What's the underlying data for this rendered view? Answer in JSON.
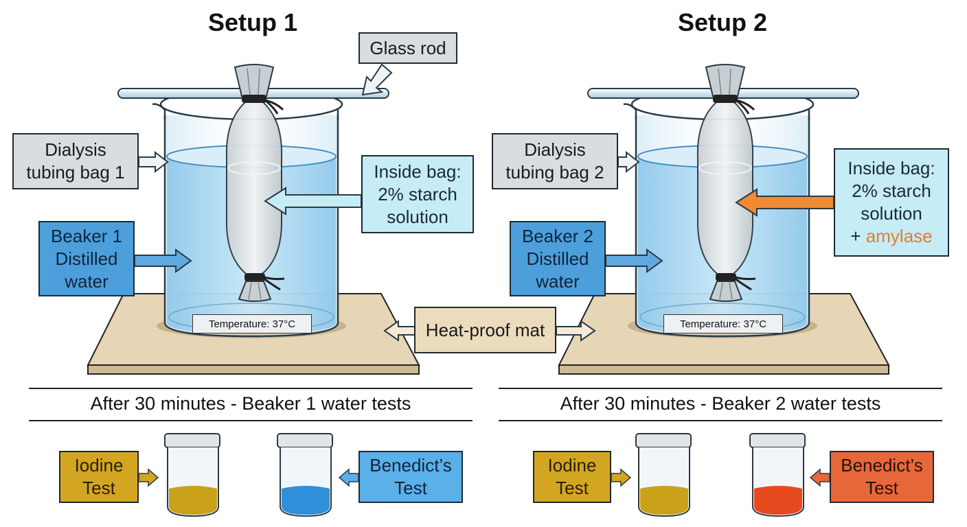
{
  "setup1": {
    "title": "Setup 1",
    "glass_rod_label": "Glass rod",
    "bag_label": [
      "Dialysis",
      "tubing bag 1"
    ],
    "inside_bag": [
      "Inside bag:",
      "2% starch",
      "solution"
    ],
    "beaker_label": [
      "Beaker 1",
      "Distilled",
      "water"
    ],
    "temperature": "Temperature: 37°C",
    "results_heading": "After 30 minutes - Beaker 1 water tests",
    "iodine": [
      "Iodine",
      "Test"
    ],
    "benedicts": [
      "Benedict’s",
      "Test"
    ],
    "iodine_tube_color": "#c9a21a",
    "benedicts_tube_color": "#2f8fd8"
  },
  "setup2": {
    "title": "Setup 2",
    "bag_label": [
      "Dialysis",
      "tubing bag 2"
    ],
    "inside_bag": [
      "Inside bag:",
      "2% starch",
      "solution",
      "+ ",
      "amylase"
    ],
    "beaker_label": [
      "Beaker 2",
      "Distilled",
      "water"
    ],
    "temperature": "Temperature: 37°C",
    "results_heading": "After 30 minutes - Beaker 2 water tests",
    "iodine": [
      "Iodine",
      "Test"
    ],
    "benedicts": [
      "Benedict’s",
      "Test"
    ],
    "iodine_tube_color": "#c9a21a",
    "benedicts_tube_color": "#e54a1f"
  },
  "mat_label": "Heat-proof mat",
  "colors": {
    "water": "#a9d6f1",
    "mat": "#e6d6b6",
    "arrow_orange": "#f08a33",
    "arrow_blue": "#5fa8e0",
    "arrow_light": "#eef3f6"
  }
}
